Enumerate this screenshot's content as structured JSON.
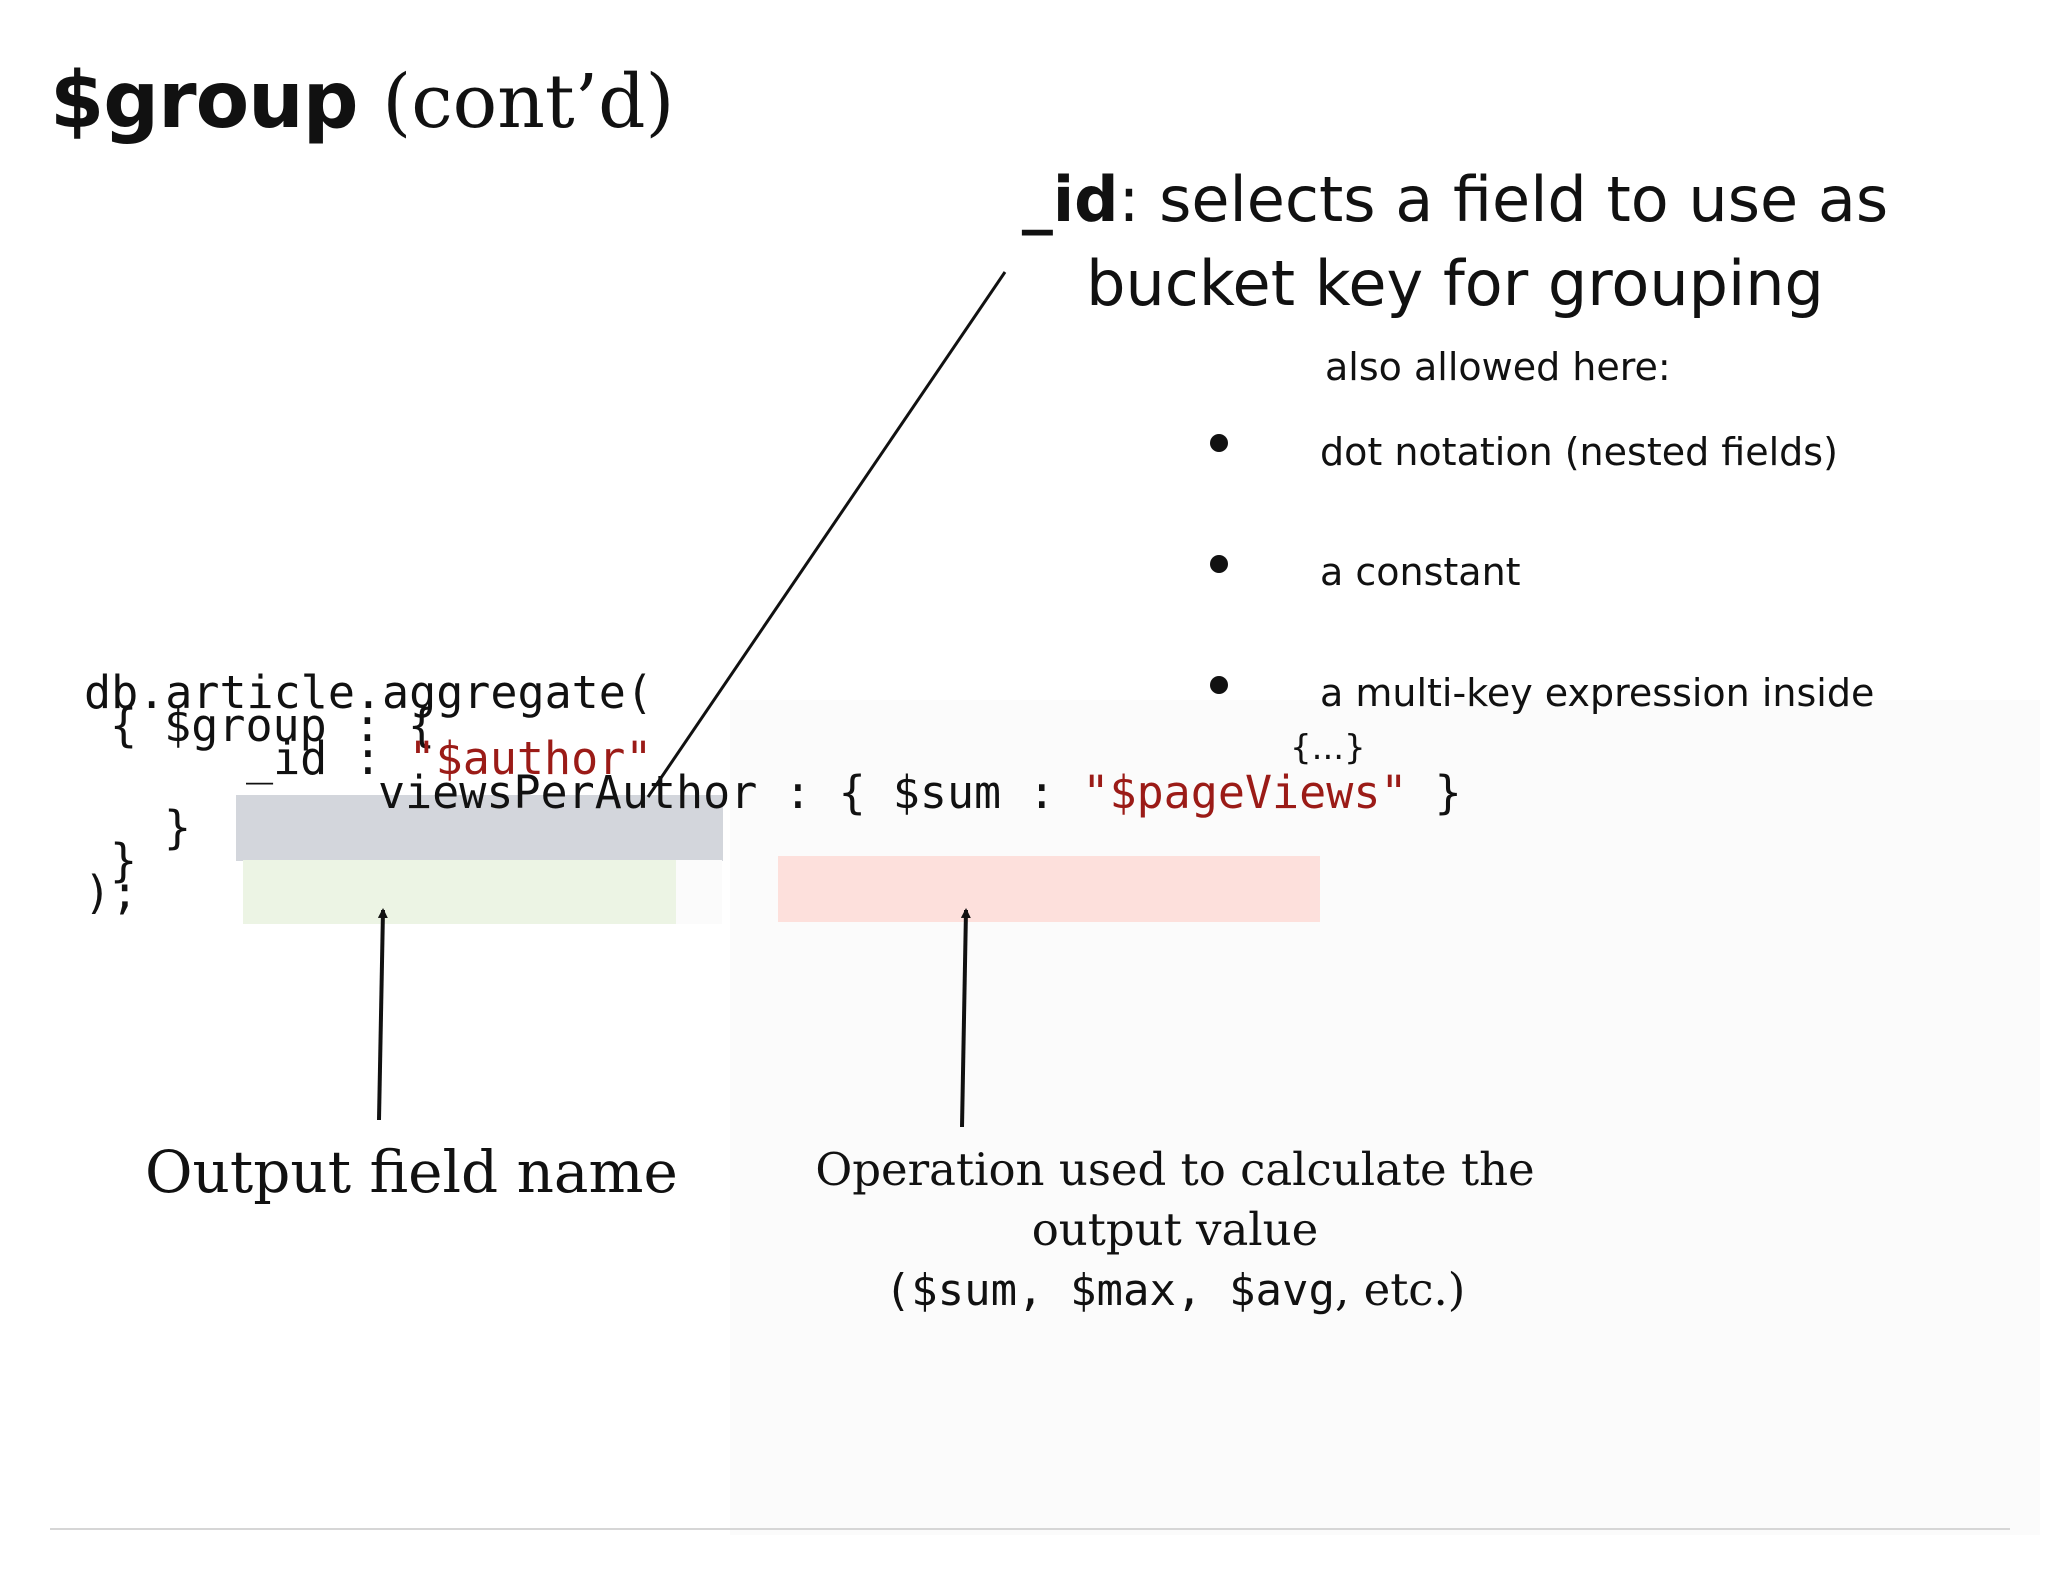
{
  "title": {
    "main": "$group",
    "sub": "(cont’d)"
  },
  "id_callout": {
    "label": "_id",
    "text_line1": ": selects a field to use as",
    "text_line2": "bucket key for grouping"
  },
  "allowed": {
    "heading": "also allowed here:",
    "bullets": [
      "dot notation (nested fields)",
      "a constant",
      "a multi-key expression inside"
    ],
    "bullet3_cont": "{...}"
  },
  "code": {
    "line1": "db.article.aggregate(",
    "line2": "{ $group : {",
    "line3_key": "_id : ",
    "line3_val": "\"$author\"",
    "line4_key": "viewsPerAuthor : { $sum : ",
    "line4_val": "\"$pageViews\"",
    "line4_end": " }",
    "line5": "}",
    "line6": "}",
    "line7": ");"
  },
  "labels": {
    "output_field": "Output field name",
    "operation_line1": "Operation used to calculate the",
    "operation_line2": "output value",
    "operation_ops": "($sum, $max, $avg",
    "operation_tail": ", etc.)"
  }
}
